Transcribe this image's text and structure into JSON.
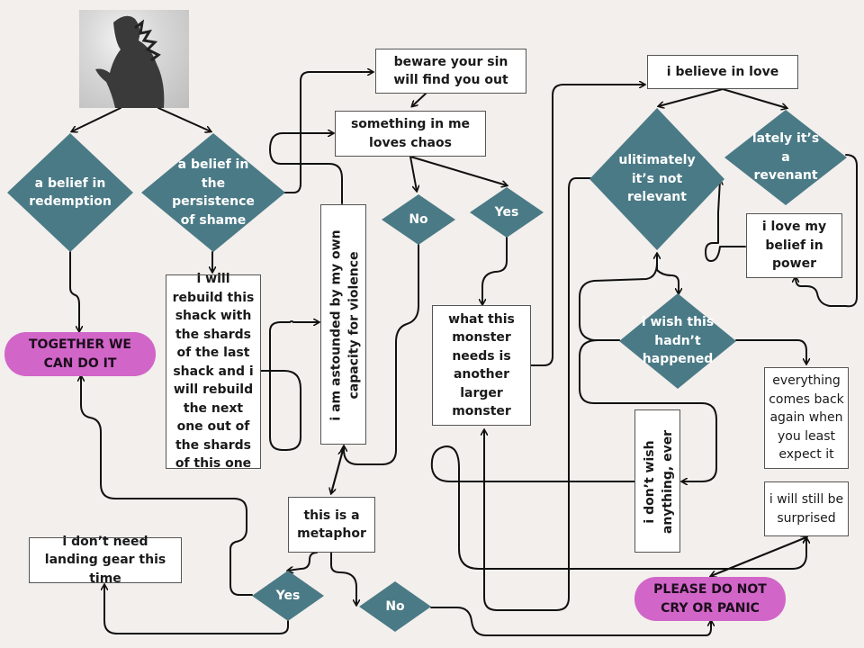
{
  "colors": {
    "background": "#f3efec",
    "diamond": "#4a7a86",
    "pill": "#d166c8",
    "box": "#ffffff",
    "line": "#111111"
  },
  "image": {
    "icon": "godzilla-photo",
    "description": "black and white photo of Godzilla"
  },
  "nodes": {
    "belief_redemption": "a belief in redemption",
    "belief_shame": "a belief in the persistence of shame",
    "together": "TOGETHER WE CAN DO IT",
    "rebuild_shack": "i will rebuild this shack with the shards of the last shack and i will rebuild the next one out of the shards of this one",
    "astounded": "i am astounded by my own capacity for violence",
    "beware_sin": "beware your sin will find you out",
    "loves_chaos": "something in me loves chaos",
    "chaos_no": "No",
    "chaos_yes": "Yes",
    "monster_needs": "what this monster needs is another larger monster",
    "metaphor": "this is a metaphor",
    "metaphor_yes": "Yes",
    "metaphor_no": "No",
    "landing_gear": "i don’t need landing gear this time",
    "believe_love": "i believe in love",
    "not_relevant": "ulitimately it’s not relevant",
    "revenant": "lately it’s a revenant",
    "belief_power": "i love my belief in power",
    "wish_hadnt": "i wish this hadn’t happened",
    "dont_wish": "i don’t wish anything, ever",
    "everything_back": "everything comes back again when you least expect it",
    "still_surprised": "i will still be surprised",
    "do_not_cry": "PLEASE DO NOT CRY OR PANIC"
  }
}
